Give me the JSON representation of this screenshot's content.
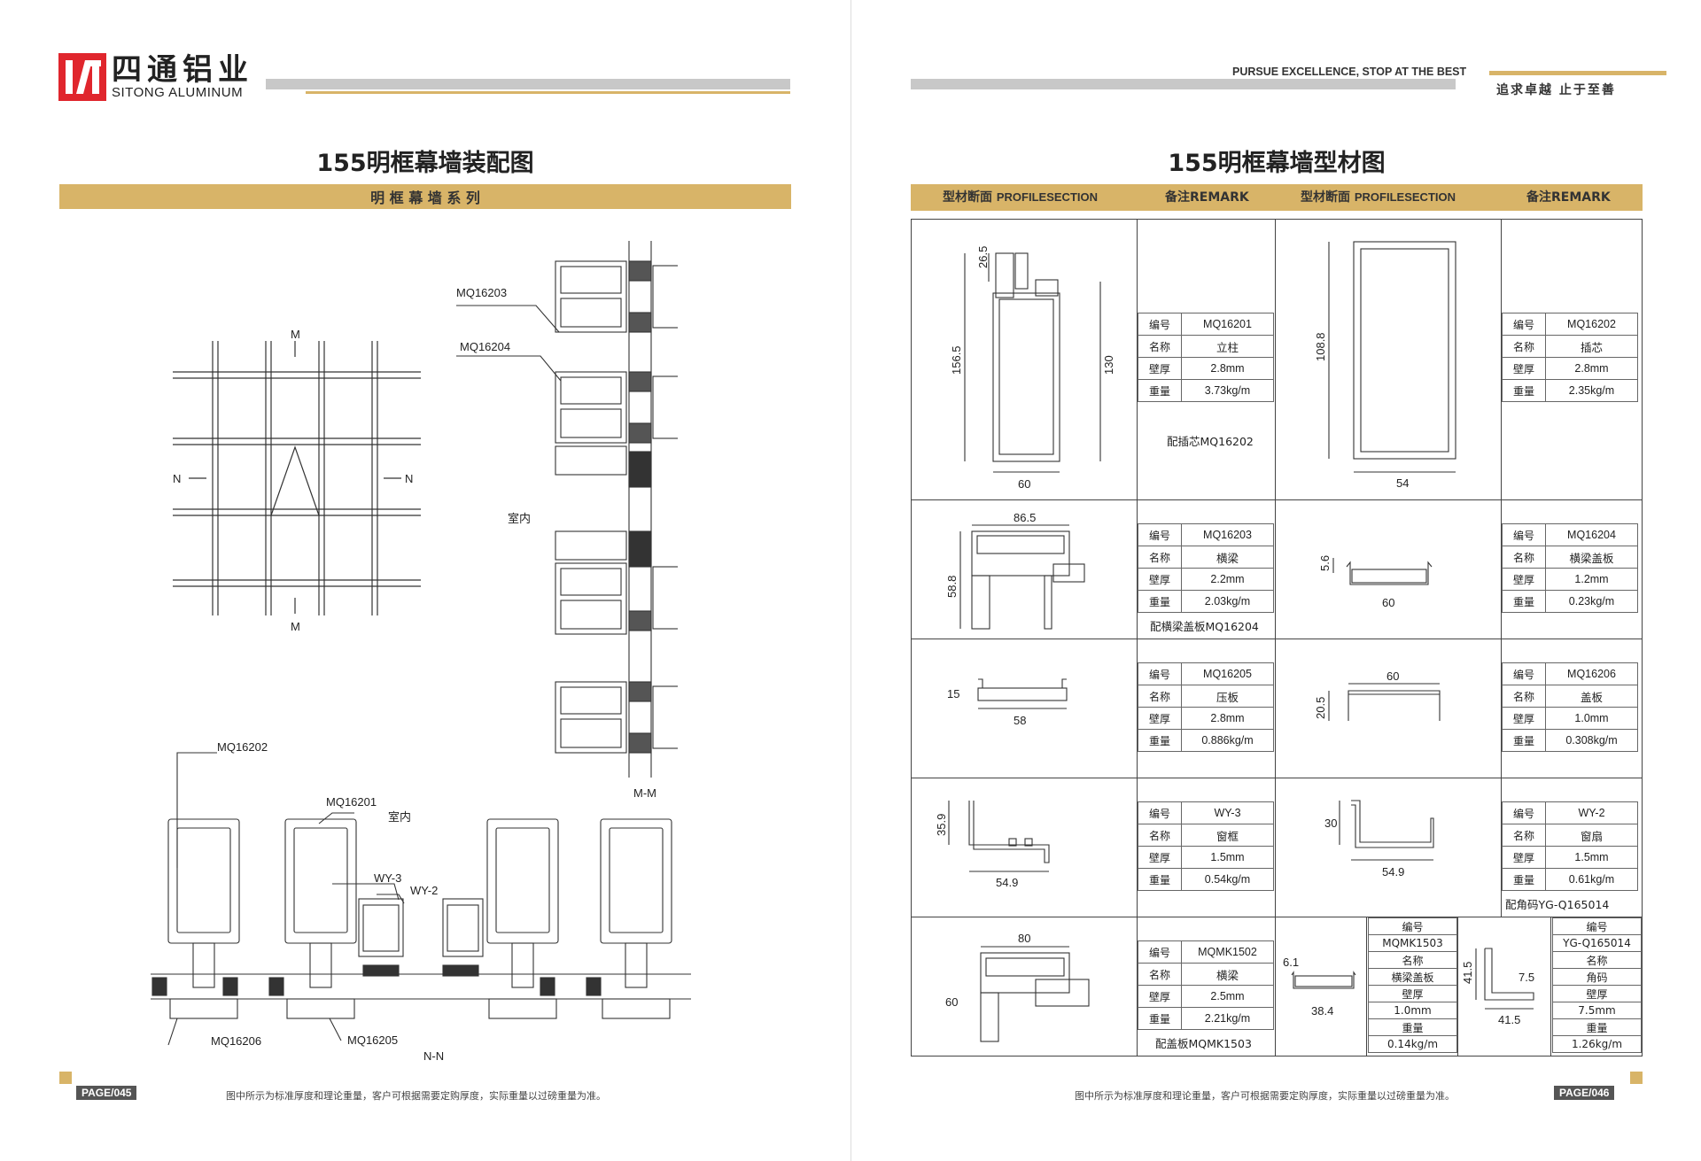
{
  "brand": {
    "name_cn": "四通铝业",
    "name_en": "SITONG ALUMINUM",
    "red": "#e0262d",
    "gold": "#d8b468",
    "gray": "#c8c8c8"
  },
  "left_page": {
    "title": "155明框幕墙装配图",
    "band": "明 框 幕 墙 系 列",
    "drawing_labels": {
      "mq16203": "MQ16203",
      "mq16204": "MQ16204",
      "indoor_1": "室内",
      "mm": "M-M",
      "m_top": "M",
      "m_bottom": "M",
      "n_left": "N",
      "n_right": "N",
      "mq16202": "MQ16202",
      "mq16201": "MQ16201",
      "indoor_2": "室内",
      "wy3": "WY-3",
      "wy2": "WY-2",
      "mq16206": "MQ16206",
      "mq16205": "MQ16205",
      "nn": "N-N"
    },
    "page_label": "PAGE/045",
    "footnote": "图中所示为标准厚度和理论重量，客户可根据需要定购厚度，实际重量以过磅重量为准。"
  },
  "right_page": {
    "slogan_en": "PURSUE EXCELLENCE, STOP AT THE BEST",
    "slogan_cn": "追求卓越  止于至善",
    "title": "155明框幕墙型材图",
    "header": {
      "col1_cn": "型材断面",
      "col1_en": "PROFILESECTION",
      "col2": "备注REMARK",
      "col3_cn": "型材断面",
      "col3_en": "PROFILESECTION",
      "col4": "备注REMARK"
    },
    "keys": [
      "编号",
      "名称",
      "壁厚",
      "重量"
    ],
    "profiles": [
      {
        "code": "MQ16201",
        "name": "立柱",
        "thickness": "2.8mm",
        "weight": "3.73kg/m",
        "note": "配插芯MQ16202",
        "dims": [
          "26.5",
          "156.5",
          "130",
          "60"
        ]
      },
      {
        "code": "MQ16202",
        "name": "插芯",
        "thickness": "2.8mm",
        "weight": "2.35kg/m",
        "note": "",
        "dims": [
          "108.8",
          "54"
        ]
      },
      {
        "code": "MQ16203",
        "name": "横梁",
        "thickness": "2.2mm",
        "weight": "2.03kg/m",
        "note": "配横梁盖板MQ16204",
        "dims": [
          "86.5",
          "58.8"
        ]
      },
      {
        "code": "MQ16204",
        "name": "横梁盖板",
        "thickness": "1.2mm",
        "weight": "0.23kg/m",
        "note": "",
        "dims": [
          "5.6",
          "60"
        ]
      },
      {
        "code": "MQ16205",
        "name": "压板",
        "thickness": "2.8mm",
        "weight": "0.886kg/m",
        "note": "",
        "dims": [
          "15",
          "58"
        ]
      },
      {
        "code": "MQ16206",
        "name": "盖板",
        "thickness": "1.0mm",
        "weight": "0.308kg/m",
        "note": "",
        "dims": [
          "60",
          "20.5"
        ]
      },
      {
        "code": "WY-3",
        "name": "窗框",
        "thickness": "1.5mm",
        "weight": "0.54kg/m",
        "note": "",
        "dims": [
          "35.9",
          "54.9"
        ]
      },
      {
        "code": "WY-2",
        "name": "窗扇",
        "thickness": "1.5mm",
        "weight": "0.61kg/m",
        "note": "配角码YG-Q165014",
        "dims": [
          "30",
          "54.9"
        ]
      },
      {
        "code": "MQMK1502",
        "name": "横梁",
        "thickness": "2.5mm",
        "weight": "2.21kg/m",
        "note": "配盖板MQMK1503",
        "dims": [
          "80",
          "60"
        ]
      },
      {
        "code": "MQMK1503",
        "name": "横梁盖板",
        "thickness": "1.0mm",
        "weight": "0.14kg/m",
        "note": "",
        "dims": [
          "6.1",
          "38.4"
        ]
      },
      {
        "code": "YG-Q165014",
        "name": "角码",
        "thickness": "7.5mm",
        "weight": "1.26kg/m",
        "note": "",
        "dims": [
          "41.5",
          "7.5",
          "41.5"
        ]
      }
    ],
    "page_label": "PAGE/046",
    "footnote": "图中所示为标准厚度和理论重量，客户可根据需要定购厚度，实际重量以过磅重量为准。"
  }
}
